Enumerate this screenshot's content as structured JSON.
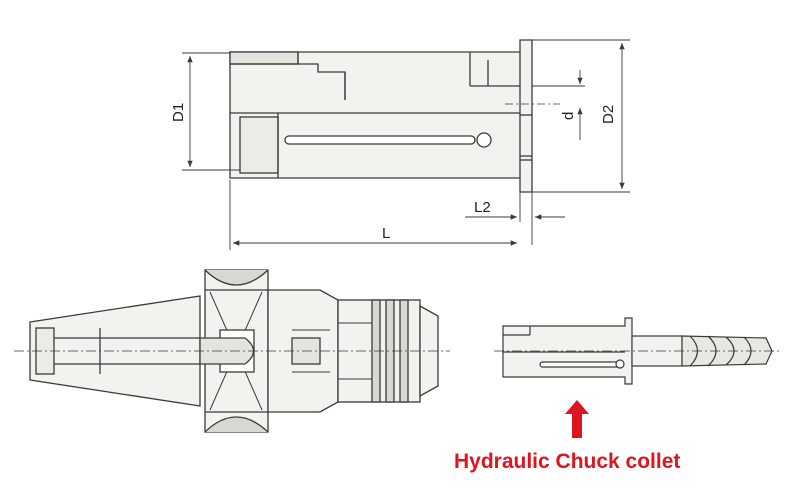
{
  "dimensions": {
    "d1": "D1",
    "d2": "D2",
    "d": "d",
    "l": "L",
    "l2": "L2"
  },
  "caption": {
    "text": "Hydraulic Chuck collet",
    "color": "#e0141e"
  },
  "colors": {
    "line": "#3a3a3a",
    "fill": "#f2f2ee",
    "shade": "#d8d8d2",
    "accent": "#e0141e"
  }
}
